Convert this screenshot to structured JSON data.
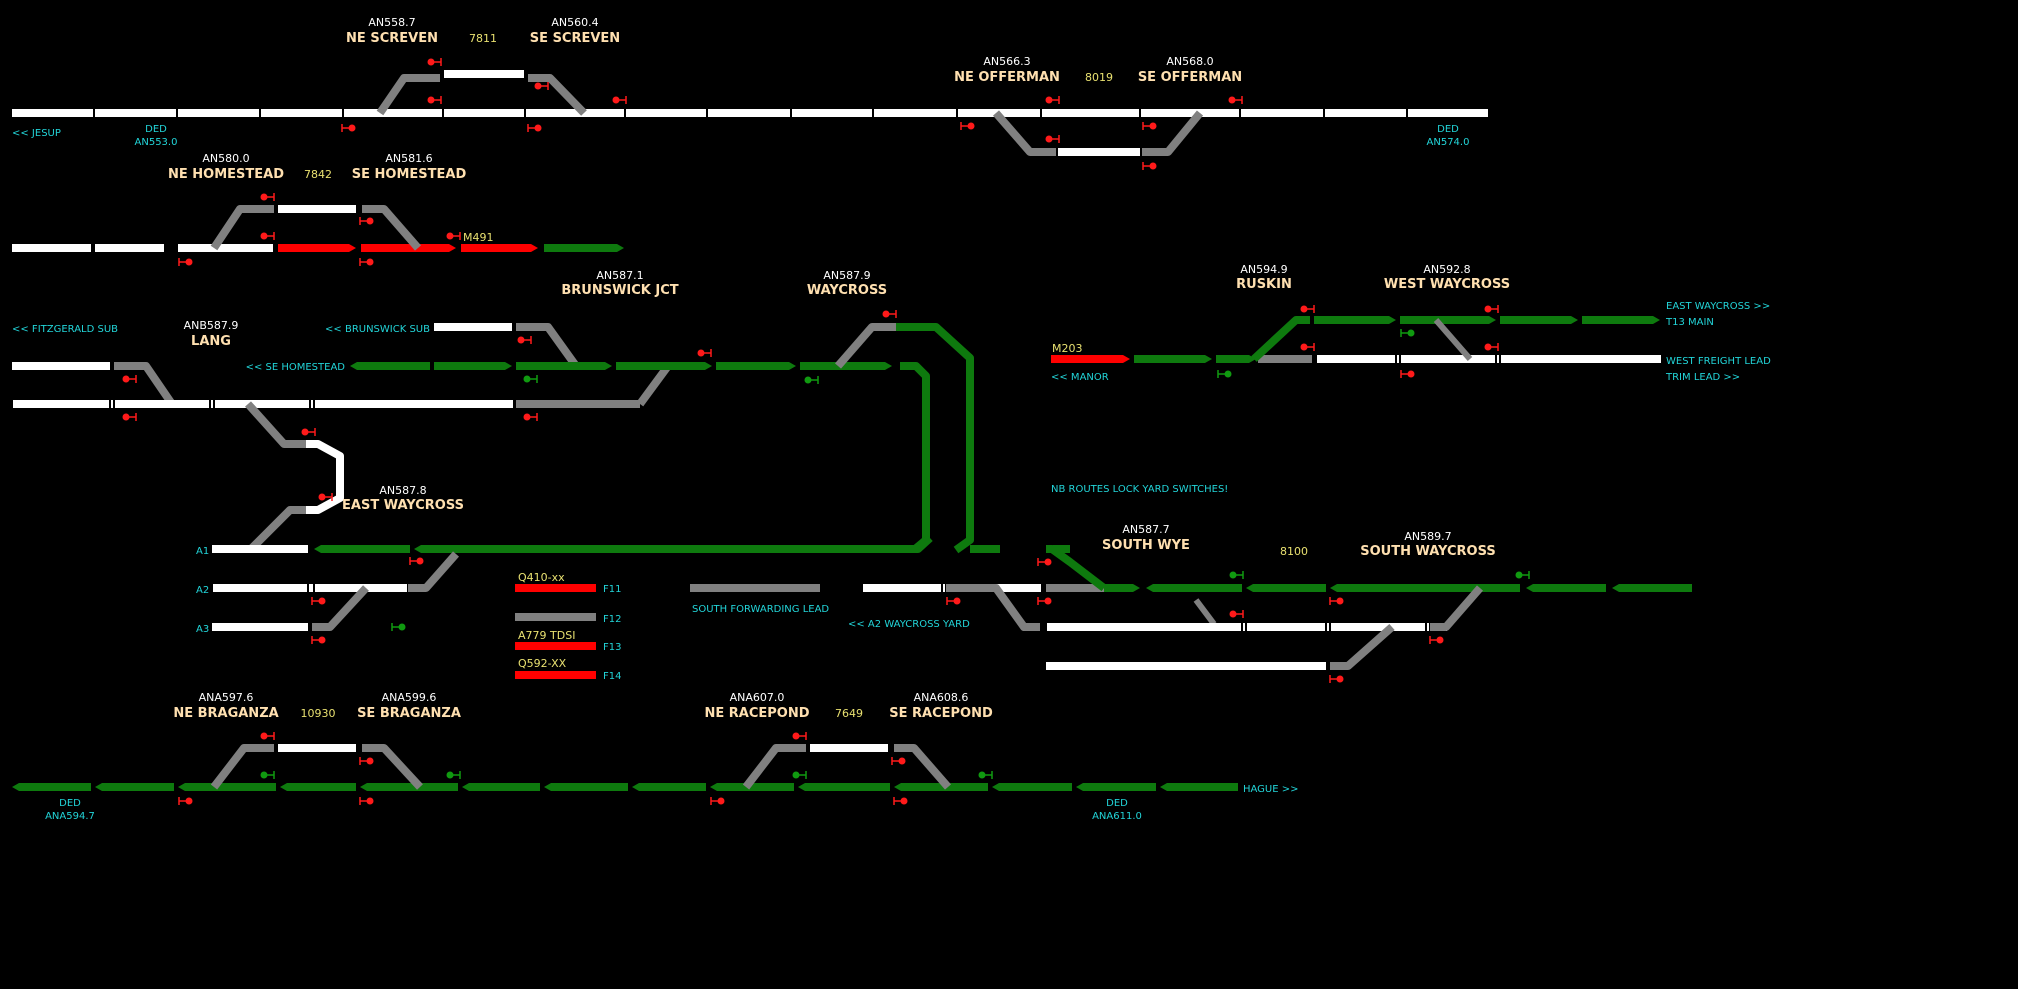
{
  "colors": {
    "background": "#000000",
    "unoccupied": "#ffffff",
    "routed": "#0e7a0e",
    "occupied": "#ff0000",
    "switch_normal": "#808080",
    "signal_stop": "#ff1a1a",
    "signal_clear": "#109a10",
    "station_name": "#ffe0b0",
    "milepost": "#ffffff",
    "timer": "#e8e070",
    "direction_label": "#22d4d8"
  },
  "stations": {
    "an558_7": {
      "code": "AN558.7",
      "name": "NE SCREVEN"
    },
    "an560_4": {
      "code": "AN560.4",
      "name": "SE SCREVEN"
    },
    "an566_3": {
      "code": "AN566.3",
      "name": "NE OFFERMAN"
    },
    "an568_0": {
      "code": "AN568.0",
      "name": "SE OFFERMAN"
    },
    "an580_0": {
      "code": "AN580.0",
      "name": "NE HOMESTEAD"
    },
    "an581_6": {
      "code": "AN581.6",
      "name": "SE HOMESTEAD"
    },
    "an587_1": {
      "code": "AN587.1",
      "name": "BRUNSWICK JCT"
    },
    "an587_9": {
      "code": "AN587.9",
      "name": "WAYCROSS"
    },
    "anb587_9": {
      "code": "ANB587.9",
      "name": "LANG"
    },
    "an594_9": {
      "code": "AN594.9",
      "name": "RUSKIN"
    },
    "an592_8": {
      "code": "AN592.8",
      "name": "WEST WAYCROSS"
    },
    "an587_8": {
      "code": "AN587.8",
      "name": "EAST WAYCROSS"
    },
    "an587_7": {
      "code": "AN587.7",
      "name": "SOUTH WYE"
    },
    "an589_7": {
      "code": "AN589.7",
      "name": "SOUTH WAYCROSS"
    },
    "ana597_6": {
      "code": "ANA597.6",
      "name": "NE BRAGANZA"
    },
    "ana599_6": {
      "code": "ANA599.6",
      "name": "SE BRAGANZA"
    },
    "ana607_0": {
      "code": "ANA607.0",
      "name": "NE RACEPOND"
    },
    "ana608_6": {
      "code": "ANA608.6",
      "name": "SE RACEPOND"
    }
  },
  "timers": {
    "screven": "7811",
    "offerman": "8019",
    "homestead": "7842",
    "south_wye": "8100",
    "braganza": "10930",
    "racepond": "7649"
  },
  "labels": {
    "jesup": "<< JESUP",
    "ded_553_a": "DED",
    "ded_553_b": "AN553.0",
    "ded_574_a": "DED",
    "ded_574_b": "AN574.0",
    "fitzgerald_sub": "<< FITZGERALD SUB",
    "brunswick_sub": "<< BRUNSWICK SUB",
    "se_homestead": "<< SE HOMESTEAD",
    "east_waycross": "EAST WAYCROSS >>",
    "t13_main": "T13 MAIN",
    "west_freight_lead": "WEST FREIGHT LEAD",
    "trim_lead": "TRIM LEAD >>",
    "manor": "<< MANOR",
    "nb_routes": "NB ROUTES LOCK YARD SWITCHES!",
    "south_forwarding_lead": "SOUTH FORWARDING LEAD",
    "a2_waycross_yard": "<< A2 WAYCROSS YARD",
    "ded_594_a": "DED",
    "ded_594_b": "ANA594.7",
    "ded_611_a": "DED",
    "ded_611_b": "ANA611.0",
    "hague": "HAGUE >>"
  },
  "yard_tracks": {
    "a1": "A1",
    "a2": "A2",
    "a3": "A3",
    "f11": "F11",
    "f12": "F12",
    "f13": "F13",
    "f14": "F14"
  },
  "trains": {
    "m491": "M491",
    "m203": "M203",
    "q410": "Q410-xx",
    "a779": "A779 TDSI",
    "q592": "Q592-XX"
  }
}
